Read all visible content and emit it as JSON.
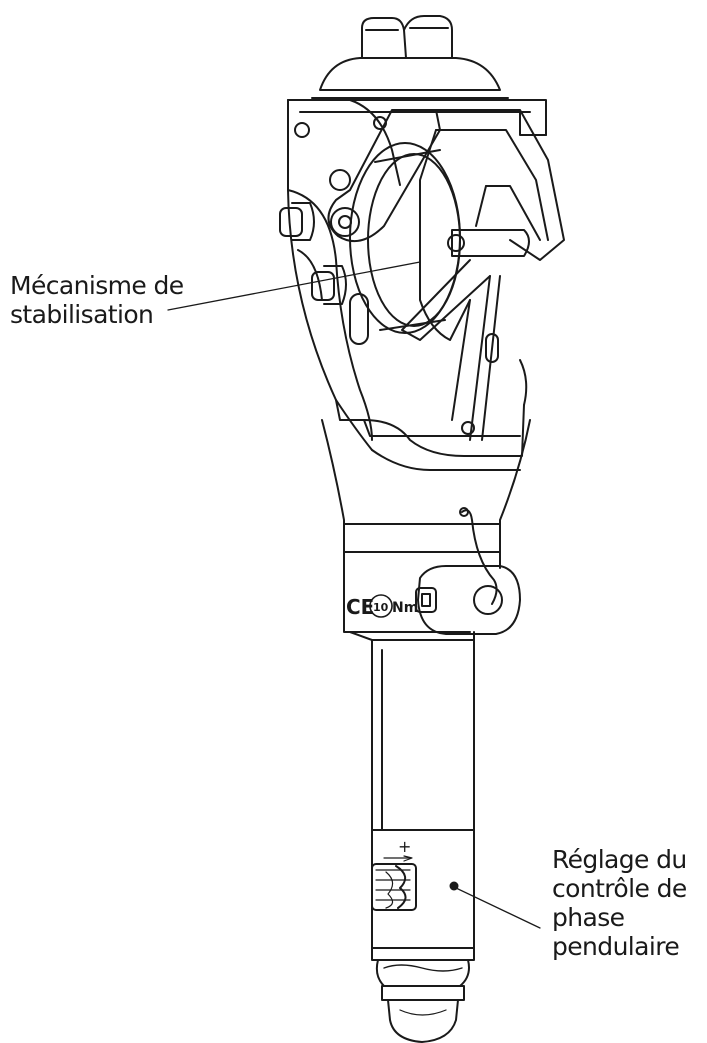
{
  "labels": {
    "stabilisation": [
      "Mécanisme de",
      "stabilisation"
    ],
    "swing_control": [
      "Réglage du",
      "contrôle de",
      "phase",
      "pendulaire"
    ]
  },
  "markings": {
    "ce": "CE",
    "torque_value": "10",
    "torque_unit": "Nm",
    "plus_sign": "+"
  },
  "colors": {
    "line": "#1a1a1a",
    "background": "#ffffff"
  }
}
